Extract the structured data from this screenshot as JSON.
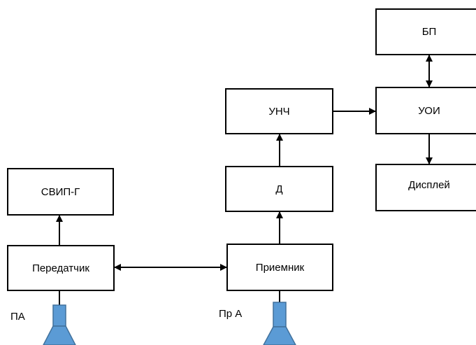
{
  "blocks": {
    "bp": "БП",
    "unch": "УНЧ",
    "uoi": "УОИ",
    "svip": "СВИП-Г",
    "d": "Д",
    "display": "Дисплей",
    "transmitter": "Передатчик",
    "receiver": "Приемник"
  },
  "antennas": {
    "tx_label": "ПА",
    "rx_label": "Пр А"
  },
  "colors": {
    "line": "#000000",
    "antenna_fill": "#5b9bd5",
    "antenna_stroke": "#41719c"
  }
}
